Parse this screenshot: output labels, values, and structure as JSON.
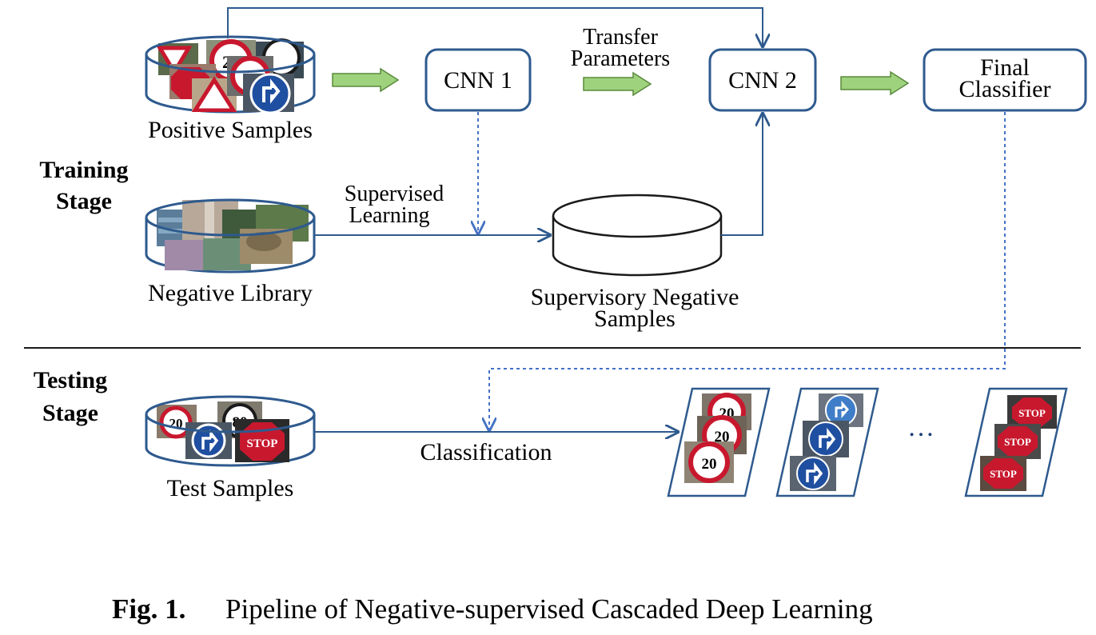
{
  "stages": {
    "training_line1": "Training",
    "training_line2": "Stage",
    "testing_line1": "Testing",
    "testing_line2": "Stage"
  },
  "nodes": {
    "positive_samples": "Positive Samples",
    "negative_library": "Negative Library",
    "cnn1": "CNN 1",
    "cnn2": "CNN 2",
    "final_classifier_line1": "Final",
    "final_classifier_line2": "Classifier",
    "supervisory_negative_line1": "Supervisory Negative",
    "supervisory_negative_line2": "Samples",
    "test_samples": "Test Samples"
  },
  "edges": {
    "transfer_line1": "Transfer",
    "transfer_line2": "Parameters",
    "supervised_line1": "Supervised",
    "supervised_line2": "Learning",
    "classification": "Classification"
  },
  "results": {
    "ellipsis": "…",
    "sign_20": "20",
    "sign_80": "80",
    "sign_stop": "STOP"
  },
  "caption": {
    "label": "Fig. 1.",
    "text": "Pipeline of Negative-supervised Cascaded Deep Learning"
  },
  "colors": {
    "box_stroke": "#2e5a8e",
    "arrow_fill": "#9fd27d",
    "arrow_stroke": "#5a8a3c",
    "dotted": "#4472c4",
    "sign_red": "#c8182e",
    "sign_blue": "#1f4fa0"
  }
}
